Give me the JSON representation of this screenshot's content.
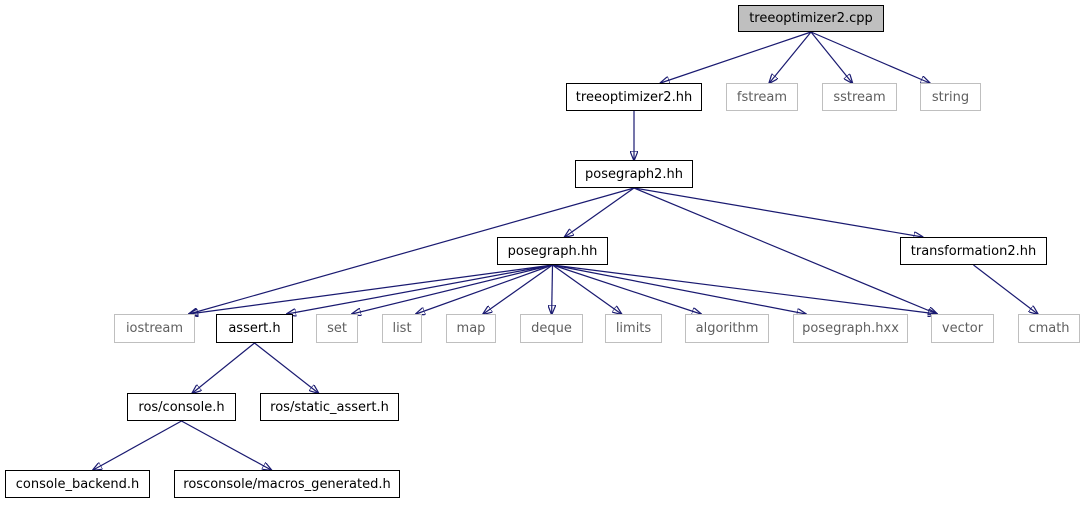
{
  "colors": {
    "edge": "#191970",
    "root_fill": "#bfbfbf",
    "external_border": "#bfbfbf",
    "node_border": "#000000"
  },
  "nodes": {
    "treeoptimizer2_cpp": "treeoptimizer2.cpp",
    "treeoptimizer2_hh": "treeoptimizer2.hh",
    "fstream": "fstream",
    "sstream": "sstream",
    "string": "string",
    "posegraph2_hh": "posegraph2.hh",
    "posegraph_hh": "posegraph.hh",
    "transformation2_hh": "transformation2.hh",
    "iostream": "iostream",
    "assert_h": "assert.h",
    "set": "set",
    "list": "list",
    "map": "map",
    "deque": "deque",
    "limits": "limits",
    "algorithm": "algorithm",
    "posegraph_hxx": "posegraph.hxx",
    "vector": "vector",
    "cmath": "cmath",
    "ros_console_h": "ros/console.h",
    "ros_static_assert_h": "ros/static_assert.h",
    "console_backend_h": "console_backend.h",
    "rosconsole_macros_generated_h": "rosconsole/macros_generated.h"
  },
  "edges": [
    [
      "treeoptimizer2_cpp",
      "treeoptimizer2_hh"
    ],
    [
      "treeoptimizer2_cpp",
      "fstream"
    ],
    [
      "treeoptimizer2_cpp",
      "sstream"
    ],
    [
      "treeoptimizer2_cpp",
      "string"
    ],
    [
      "treeoptimizer2_hh",
      "posegraph2_hh"
    ],
    [
      "posegraph2_hh",
      "iostream"
    ],
    [
      "posegraph2_hh",
      "posegraph_hh"
    ],
    [
      "posegraph2_hh",
      "vector"
    ],
    [
      "posegraph2_hh",
      "transformation2_hh"
    ],
    [
      "posegraph_hh",
      "iostream"
    ],
    [
      "posegraph_hh",
      "assert_h"
    ],
    [
      "posegraph_hh",
      "set"
    ],
    [
      "posegraph_hh",
      "list"
    ],
    [
      "posegraph_hh",
      "map"
    ],
    [
      "posegraph_hh",
      "deque"
    ],
    [
      "posegraph_hh",
      "limits"
    ],
    [
      "posegraph_hh",
      "algorithm"
    ],
    [
      "posegraph_hh",
      "posegraph_hxx"
    ],
    [
      "posegraph_hh",
      "vector"
    ],
    [
      "transformation2_hh",
      "cmath"
    ],
    [
      "assert_h",
      "ros_console_h"
    ],
    [
      "assert_h",
      "ros_static_assert_h"
    ],
    [
      "ros_console_h",
      "console_backend_h"
    ],
    [
      "ros_console_h",
      "rosconsole_macros_generated_h"
    ]
  ]
}
